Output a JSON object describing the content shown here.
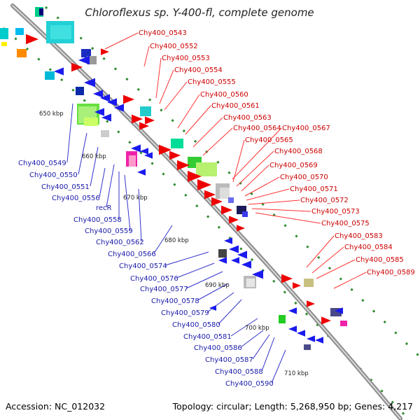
{
  "title": "Chloroflexus sp. Y-400-fl, complete genome",
  "accession": "Accession: NC_012032",
  "topology": "Topology: circular; Length: 5,268,950 bp; Genes: 4,217",
  "colors": {
    "forward_label": "#dd0000",
    "reverse_label": "#1a1aaa",
    "backbone": "#9a9a9a",
    "tick_dots": "#2e8b2e"
  },
  "ticks": [
    "650 kbp",
    "660 kbp",
    "670 kbp",
    "680 kbp",
    "690 kbp",
    "700 kbp",
    "710 kbp"
  ],
  "forward_labels": [
    "Chy400_0543",
    "Chy400_0552",
    "Chy400_0553",
    "Chy400_0554",
    "Chy400_0555",
    "Chy400_0560",
    "Chy400_0561",
    "Chy400_0563",
    "Chy400_0564",
    "Chy400_0567",
    "Chy400_0565",
    "Chy400_0568",
    "Chy400_0569",
    "Chy400_0570",
    "Chy400_0571",
    "Chy400_0572",
    "Chy400_0573",
    "Chy400_0575",
    "Chy400_0583",
    "Chy400_0584",
    "Chy400_0585",
    "Chy400_0589"
  ],
  "reverse_labels": [
    "Chy400_0549",
    "Chy400_0550",
    "Chy400_0551",
    "Chy400_0556",
    "recR",
    "Chy400_0558",
    "Chy400_0559",
    "Chy400_0562",
    "Chy400_0566",
    "Chy400_0574",
    "Chy400_0576",
    "Chy400_0577",
    "Chy400_0578",
    "Chy400_0579",
    "Chy400_0580",
    "Chy400_0581",
    "Chy400_0586",
    "Chy400_0587",
    "Chy400_0588",
    "Chy400_0590"
  ]
}
